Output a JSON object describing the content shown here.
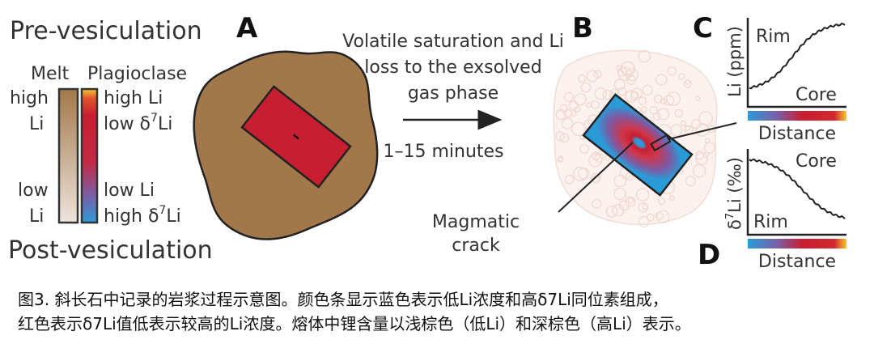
{
  "diagram": {
    "title_pre": "Pre-vesiculation",
    "title_post": "Post-vesiculation",
    "panels": {
      "a": "A",
      "b": "B",
      "c": "C",
      "d": "D"
    },
    "legend": {
      "melt": "Melt",
      "plagioclase": "Plagioclase",
      "melt_high_1": "high",
      "melt_high_2": "Li",
      "melt_low_1": "low",
      "melt_low_2": "Li",
      "plag_high_li": "high Li",
      "plag_low_d_pre": "low δ",
      "plag_low_d_sup": "7",
      "plag_low_d_post": "Li",
      "plag_low_li": "low Li",
      "plag_high_d_pre": "high δ",
      "plag_high_d_sup": "7",
      "plag_high_d_post": "Li"
    },
    "process": {
      "line1": "Volatile saturation and Li",
      "line2": "loss to the exsolved",
      "line3": "gas phase",
      "time": "1–15 minutes"
    },
    "crack": {
      "line1": "Magmatic",
      "line2": "crack"
    },
    "plot_c": {
      "ylabel": "Li (ppm)",
      "top": "Rim",
      "bottom": "Core",
      "xlabel": "Distance"
    },
    "plot_d": {
      "ylabel_pre": "δ",
      "ylabel_sup": "7",
      "ylabel_post": "Li (‰)",
      "top": "Core",
      "bottom": "Rim",
      "xlabel": "Distance"
    },
    "colors": {
      "melt_dark": "#a2784b",
      "melt_light": "#ede4dc",
      "crystal_red": "#c81e31",
      "blue": "#2b9bd8",
      "yellow": "#f5c736",
      "foam": "#f3dcd6"
    }
  },
  "caption": {
    "line1": "图3. 斜长石中记录的岩浆过程示意图。颜色条显示蓝色表示低Li浓度和高δ7Li同位素组成，",
    "line2": "红色表示δ7Li值低表示较高的Li浓度。熔体中锂含量以浅棕色（低Li）和深棕色（高Li）表示。"
  }
}
